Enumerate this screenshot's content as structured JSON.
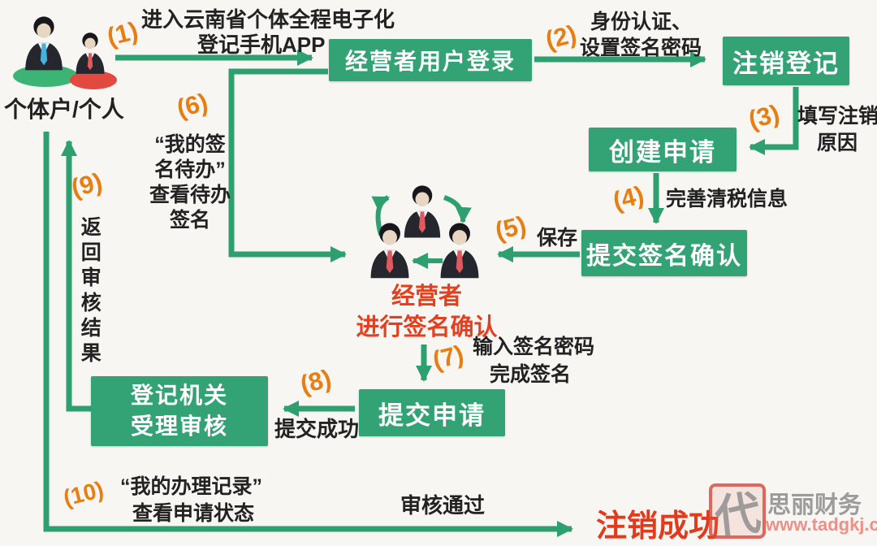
{
  "actors": {
    "start": {
      "label": "个体户/个人"
    },
    "center": {
      "line1": "经营者",
      "line2": "进行签名确认"
    }
  },
  "boxes": {
    "login": "经营者用户登录",
    "cancel": "注销登记",
    "create": "创建申请",
    "submit_sign": "提交签名确认",
    "submit_app": "提交申请",
    "authority_l1": "登记机关",
    "authority_l2": "受理审核"
  },
  "steps": {
    "s1": {
      "num": "(1)",
      "l1": "进入云南省个体全程电子化",
      "l2": "登记手机APP"
    },
    "s2": {
      "num": "(2)",
      "l1": "身份认证、",
      "l2": "设置签名密码"
    },
    "s3": {
      "num": "(3)",
      "l1": "填写注销",
      "l2": "原因"
    },
    "s4": {
      "num": "(4)",
      "l1": "完善清税信息"
    },
    "s5": {
      "num": "(5)",
      "l1": "保存"
    },
    "s6": {
      "num": "(6)",
      "l1": "“我的签",
      "l2": "名待办”",
      "l3": "查看待办",
      "l4": "签名"
    },
    "s7": {
      "num": "(7)",
      "l1": "输入签名密码",
      "l2": "完成签名"
    },
    "s8": {
      "num": "(8)",
      "l1": "提交成功"
    },
    "s9": {
      "num": "(9)",
      "l1": "返回审核结果"
    },
    "s10": {
      "num": "(10)",
      "l1": "“我的办理记录”",
      "l2": "查看申请状态"
    }
  },
  "outcome": {
    "condition": "审核通过",
    "result": "注销成功"
  },
  "watermark": {
    "seal": "代",
    "brand": "思丽财务",
    "url": "www.tadgkj.com"
  },
  "colors": {
    "green": "#33a375",
    "arrow": "#2ea06f",
    "orange": "#e87d12",
    "red": "#e2401f",
    "black": "#222222",
    "gray": "#9a9a9a"
  }
}
